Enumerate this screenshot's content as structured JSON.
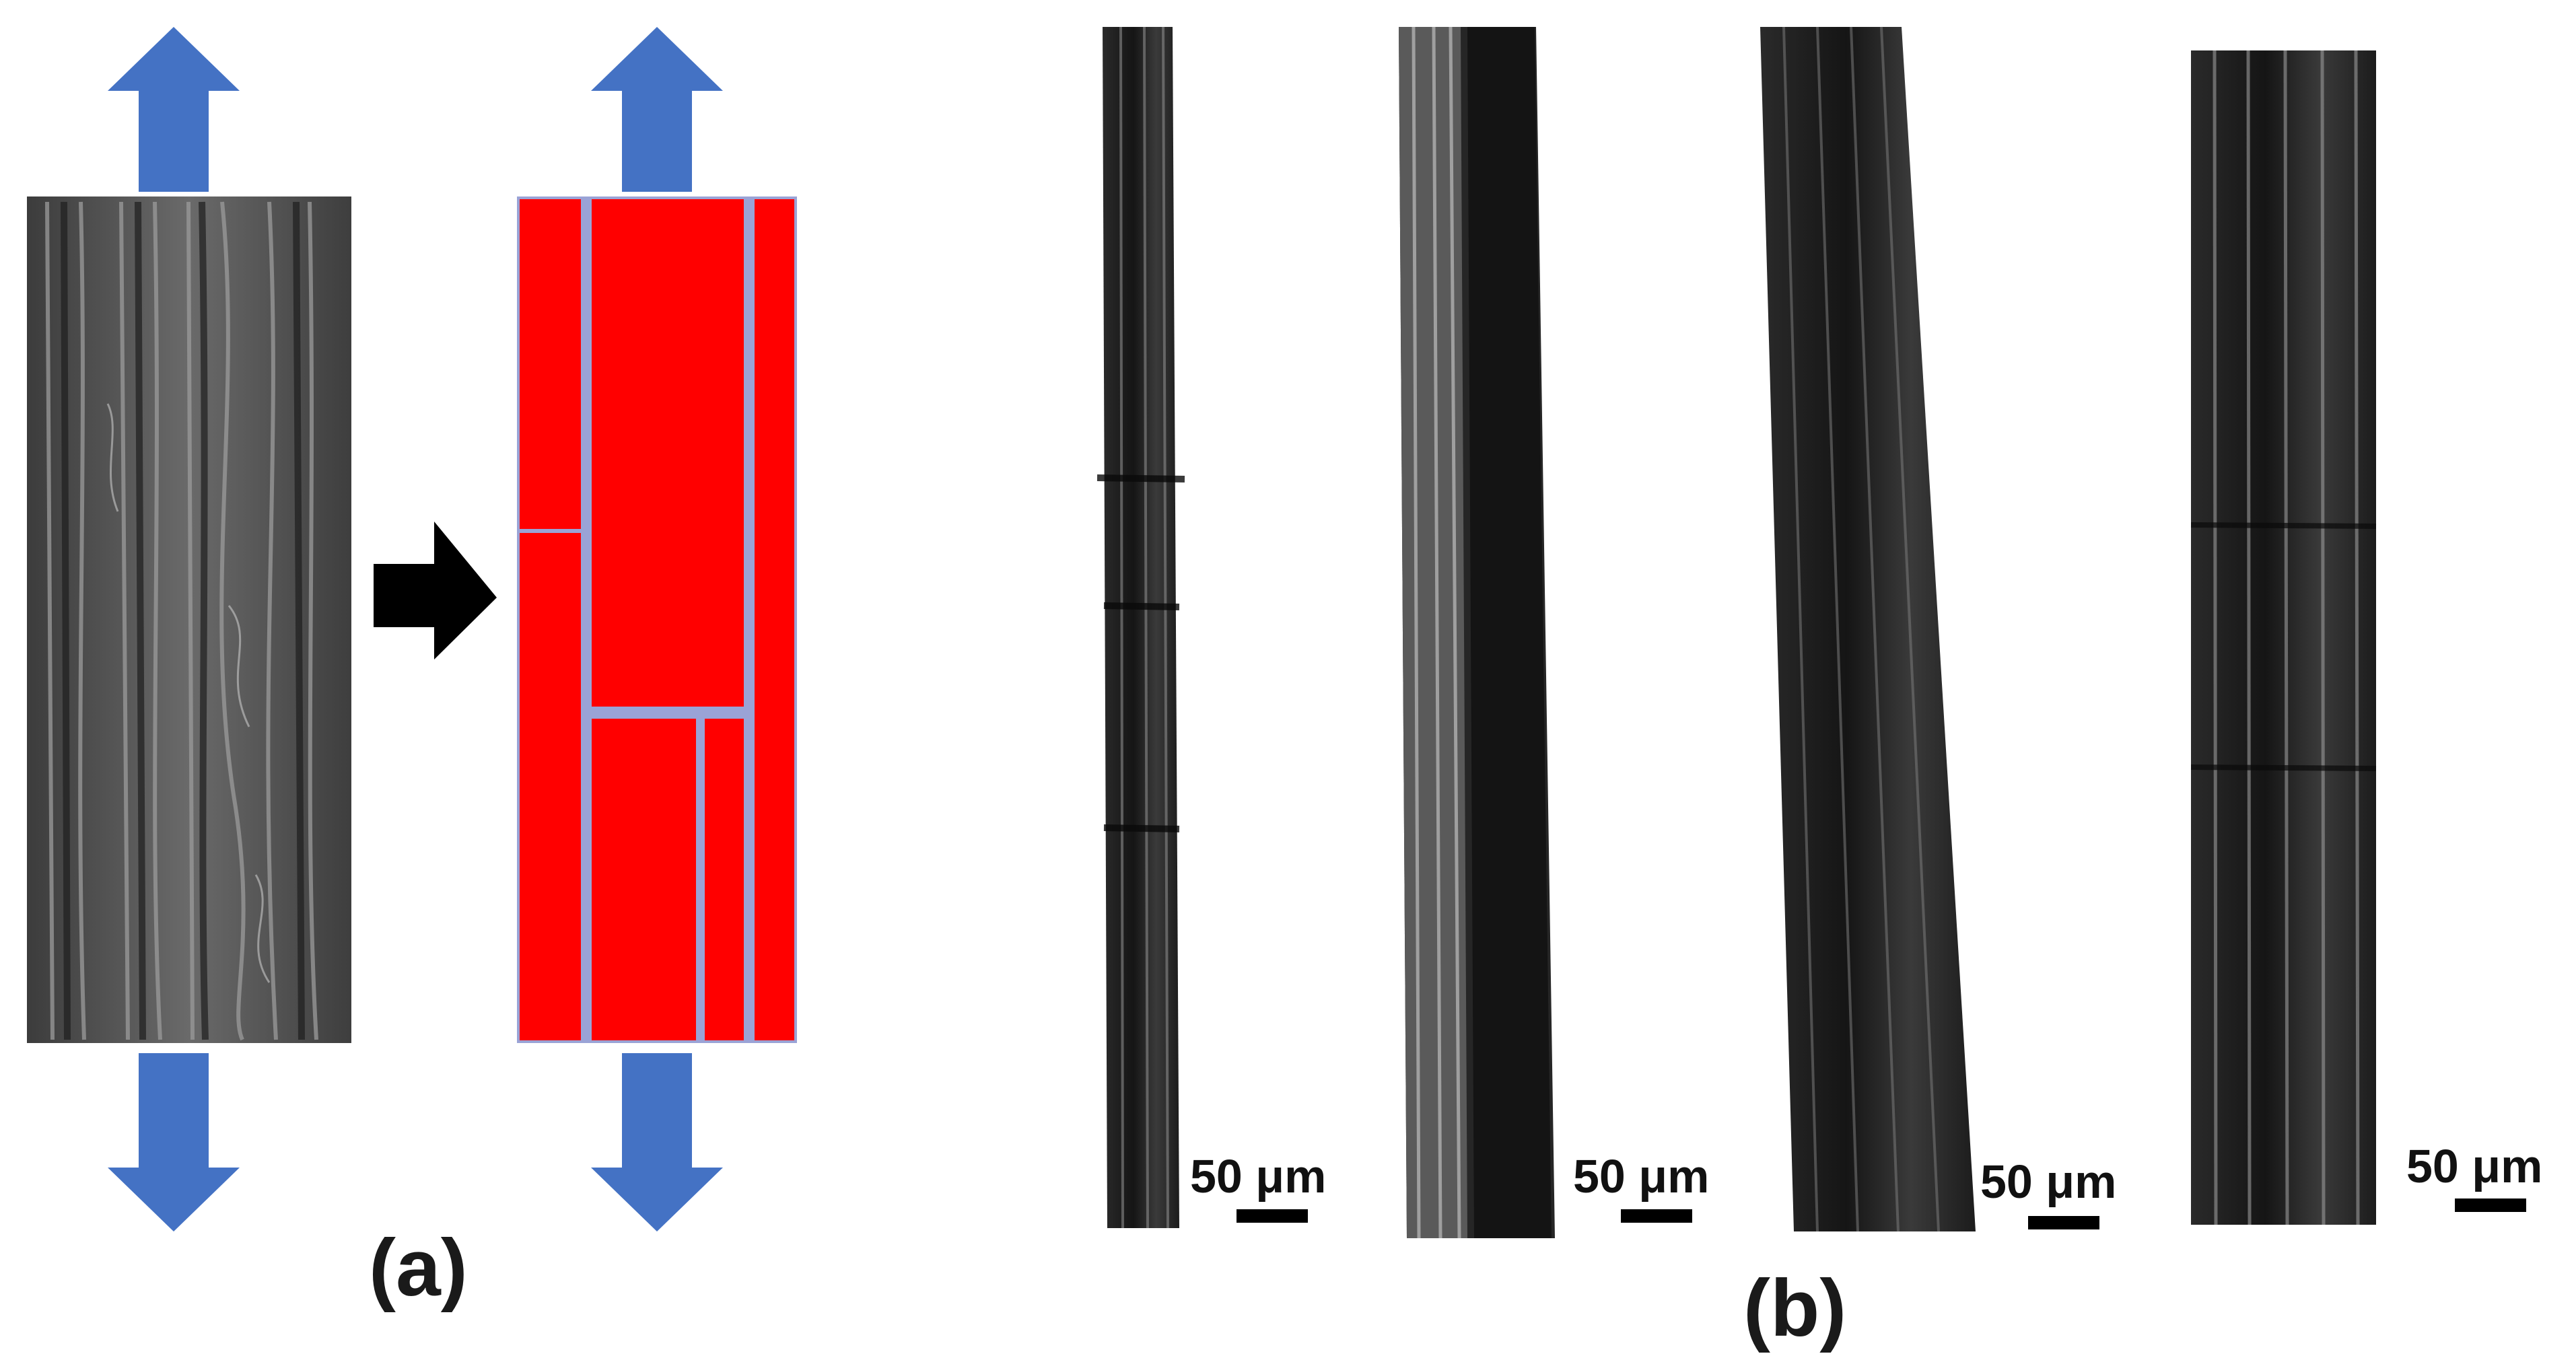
{
  "panel_a": {
    "label": "(a)",
    "arrow_color": "#4472C4",
    "pointer_color": "#000000",
    "model_fill": "#FF0000",
    "model_border": "#9aa3d6",
    "sem_image_icon": "sem-micrograph-icon"
  },
  "panel_b": {
    "label": "(b)",
    "scale_bars": [
      {
        "text": "50 μm"
      },
      {
        "text": "50 μm"
      },
      {
        "text": "50 μm"
      },
      {
        "text": "50 μm"
      }
    ]
  }
}
